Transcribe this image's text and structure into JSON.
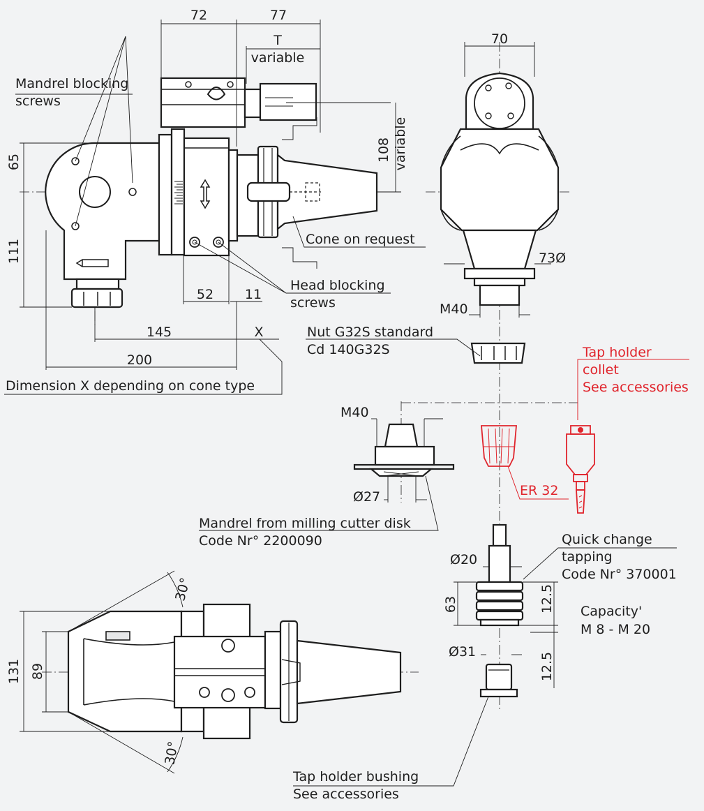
{
  "labels": {
    "mandrel_blocking_1": "Mandrel blocking",
    "mandrel_blocking_2": "screws",
    "head_blocking_1": "Head blocking",
    "head_blocking_2": "screws",
    "cone_on_request": "Cone on request",
    "dimension_x_note": "Dimension X depending on cone type",
    "t_label": "T",
    "t_variable": "variable",
    "variable_108": "variable",
    "nut_line1": "Nut G32S standard",
    "nut_line2": "Cd 140G32S",
    "tap_holder_collet_1": "Tap holder",
    "tap_holder_collet_2": "collet",
    "tap_holder_collet_3": "See accessories",
    "er32": "ER 32",
    "mandrel_disk_1": "Mandrel from milling cutter disk",
    "mandrel_disk_2": "Code Nr° 2200090",
    "quick_change_1": "Quick change",
    "quick_change_2": "tapping",
    "quick_change_3": "Code Nr° 370001",
    "capacity_1": "Capacity'",
    "capacity_2": "M 8 - M 20",
    "bushing_1": "Tap holder bushing",
    "bushing_2": "See accessories"
  },
  "dimensions": {
    "d72": "72",
    "d77": "77",
    "d70": "70",
    "d65": "65",
    "d111": "111",
    "d108": "108",
    "d52": "52",
    "d11": "11",
    "d145": "145",
    "dX": "X",
    "d200": "200",
    "d73": "73Ø",
    "m40_a": "M40",
    "m40_b": "M40",
    "d27": "Ø27",
    "d20": "Ø20",
    "d63": "63",
    "d12_5_a": "12.5",
    "d12_5_b": "12.5",
    "d31": "Ø31",
    "d131": "131",
    "d89": "89",
    "a30_top": "30°",
    "a30_bottom": "30°"
  },
  "colors": {
    "line": "#1e1e1e",
    "accent": "#e0242c",
    "background": "#f2f3f4"
  }
}
